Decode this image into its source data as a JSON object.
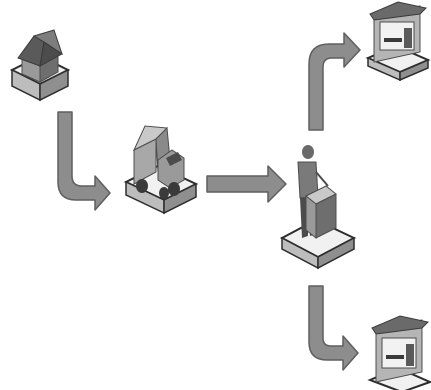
{
  "diagram": {
    "type": "distribution-flow",
    "nodes": [
      {
        "id": "source",
        "icon": "house-icon"
      },
      {
        "id": "transport",
        "icon": "delivery-truck-icon"
      },
      {
        "id": "hub",
        "icon": "worker-with-cart-icon"
      },
      {
        "id": "store-top",
        "icon": "store-icon"
      },
      {
        "id": "store-bottom",
        "icon": "store-icon"
      }
    ],
    "edges": [
      {
        "from": "source",
        "to": "transport",
        "shape": "curved-down-right"
      },
      {
        "from": "transport",
        "to": "hub",
        "shape": "straight-right"
      },
      {
        "from": "hub",
        "to": "store-top",
        "shape": "curved-up-right"
      },
      {
        "from": "hub",
        "to": "store-bottom",
        "shape": "curved-down-right"
      }
    ],
    "colors": {
      "arrow": "#8d8d8d",
      "arrow_edge": "#5f5f5f",
      "tile_top": "#f1f1f1",
      "tile_edge": "#2d2d2d",
      "object_light": "#c9c9c9",
      "object_mid": "#9a9a9a",
      "object_dark": "#4c4c4c"
    }
  }
}
